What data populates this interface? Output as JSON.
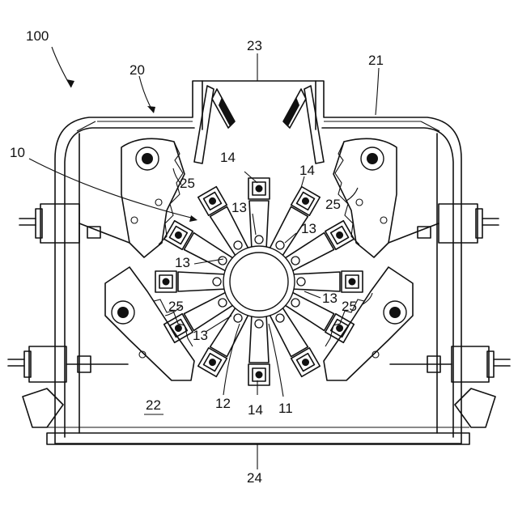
{
  "labels": {
    "l100": "100",
    "l20": "20",
    "l23": "23",
    "l21": "21",
    "l10": "10",
    "l14_top": "14",
    "l14_right": "14",
    "l14_bottom": "14",
    "l25_left_upper": "25",
    "l25_right_upper": "25",
    "l25_left_lower": "25",
    "l25_right_lower": "25",
    "l13_top": "13",
    "l13_right_upper": "13",
    "l13_left": "13",
    "l13_right_lower": "13",
    "l13_left_lower": "13",
    "l12": "12",
    "l11": "11",
    "l22": "22",
    "l24": "24"
  }
}
